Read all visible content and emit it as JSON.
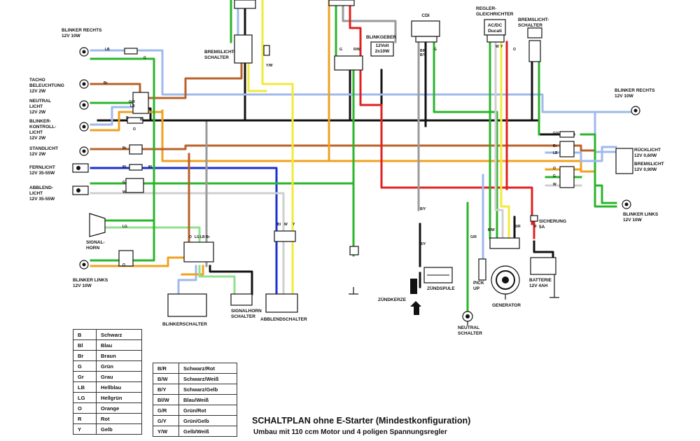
{
  "title": "SCHALTPLAN ohne E-Starter (Mindestkonfiguration)",
  "subtitle": "Umbau mit 110 ccm Motor und 4 poligen Spannungsregler",
  "components": {
    "blinker_rechts_left": [
      "BLINKER RECHTS",
      "12V 10W"
    ],
    "tacho": [
      "TACHO",
      "BELEUCHTUNG",
      "12V 2W"
    ],
    "neutral_licht": [
      "NEUTRAL",
      "LICHT",
      "12V 2W"
    ],
    "blinker_kontroll": [
      "BLINKER-",
      "KONTROLL-",
      "LICHT",
      "12V 2W"
    ],
    "standlicht": [
      "STANDLICHT",
      "12V 2W"
    ],
    "fernlicht": [
      "FERNLICHT",
      "12V 35-55W"
    ],
    "abblendlicht": [
      "ABBLEND-",
      "LICHT",
      "12V 35-55W"
    ],
    "signalhorn": [
      "SIGNAL-",
      "HORN"
    ],
    "blinker_links_left": [
      "BLINKER LINKS",
      "12V 10W"
    ],
    "bremslicht_schalter_a": [
      "BREMSLICHT-",
      "SCHALTER"
    ],
    "blinkgeber": "BLINKGEBER",
    "blinkgeber_spec": [
      "12Volt",
      "2x10W"
    ],
    "cdi": "CDI",
    "regler": [
      "REGLER-",
      "GLEICHRICHTER"
    ],
    "regler_spec": [
      "AC/DC",
      "Ducati"
    ],
    "bremslicht_schalter_b": [
      "BREMSLICHT-",
      "SCHALTER"
    ],
    "blinker_rechts_right": [
      "BLINKER RECHTS",
      "12V 10W"
    ],
    "ruecklicht": [
      "RÜCKLICHT",
      "12V 0,60W"
    ],
    "bremslicht": [
      "BREMSLICHT",
      "12V 0,90W"
    ],
    "blinker_links_right": [
      "BLINKER LINKS",
      "12V 10W"
    ],
    "sicherung": [
      "SICHERUNG",
      "5A"
    ],
    "batterie": [
      "BATTERIE",
      "12V 4AH"
    ],
    "zuendkerze": "ZÜNDKERZE",
    "zuendspule": "ZÜNDSPULE",
    "pick_up": [
      "PICK",
      "UP"
    ],
    "generator": "GENERATOR",
    "neutral_schalter": [
      "NEUTRAL",
      "SCHALTER"
    ],
    "blinkerschalter": "BLINKERSCHALTER",
    "signalhorn_schalter": [
      "SIGNALHORN",
      "SCHALTER"
    ],
    "abblendschalter": "ABBLENDSCHALTER"
  },
  "wire_labels": [
    "LB",
    "G",
    "Br",
    "G/R",
    "LB",
    "B",
    "O",
    "Bl",
    "W",
    "G",
    "LG",
    "O",
    "B",
    "Br",
    "Bl",
    "Y/W",
    "G",
    "R/W",
    "B/R",
    "B/Y",
    "G",
    "W",
    "Y",
    "O",
    "B/Y",
    "G/Y",
    "Br",
    "LB",
    "O",
    "G",
    "W",
    "B/Y",
    "B/W",
    "G/R",
    "B/R",
    "R",
    "O",
    "LG",
    "LB",
    "Br",
    "Bl",
    "W",
    "Y"
  ],
  "legend1": [
    {
      "code": "B",
      "name": "Schwarz"
    },
    {
      "code": "Bl",
      "name": "Blau"
    },
    {
      "code": "Br",
      "name": "Braun"
    },
    {
      "code": "G",
      "name": "Grün"
    },
    {
      "code": "Gr",
      "name": "Grau"
    },
    {
      "code": "LB",
      "name": "Hellblau"
    },
    {
      "code": "LG",
      "name": "Hellgrün"
    },
    {
      "code": "O",
      "name": "Orange"
    },
    {
      "code": "R",
      "name": "Rot"
    },
    {
      "code": "Y",
      "name": "Gelb"
    }
  ],
  "legend2": [
    {
      "code": "B/R",
      "name": "Schwarz/Rot"
    },
    {
      "code": "B/W",
      "name": "Schwarz/Weiß"
    },
    {
      "code": "B/Y",
      "name": "Schwarz/Gelb"
    },
    {
      "code": "Bl/W",
      "name": "Blau/Weiß"
    },
    {
      "code": "G/R",
      "name": "Grün/Rot"
    },
    {
      "code": "G/Y",
      "name": "Grün/Gelb"
    },
    {
      "code": "Y/W",
      "name": "Gelb/Weiß"
    }
  ],
  "colors": {
    "black": "#111111",
    "blue": "#1a2fd6",
    "brown": "#b8622a",
    "green": "#2bb52b",
    "lightblue": "#9fb9ec",
    "orange": "#f0a020",
    "red": "#e02020",
    "yellow": "#f2ea3a",
    "white": "#cfcfcf",
    "gray": "#9a9a9a",
    "lightgreen": "#8fe08f"
  }
}
